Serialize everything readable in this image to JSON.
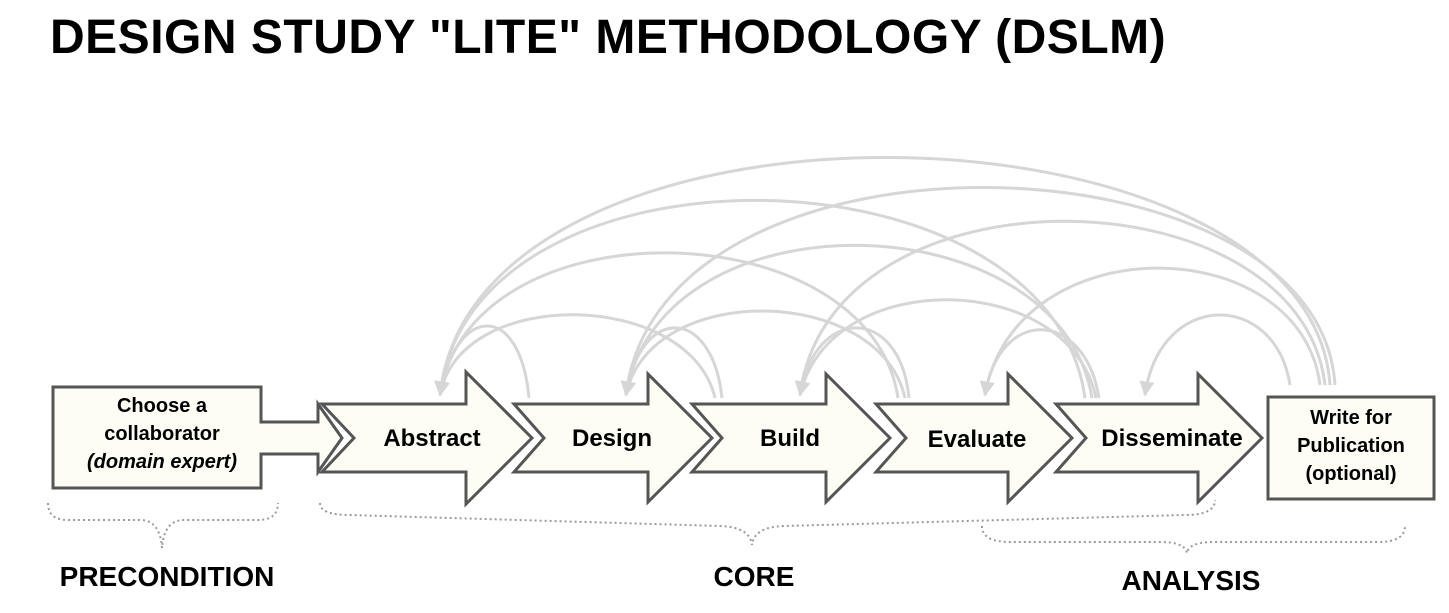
{
  "title": "DESIGN STUDY \"LITE\" METHODOLOGY (DSLM)",
  "precondition": {
    "line1": "Choose a",
    "line2": "collaborator",
    "line3": "(domain expert)"
  },
  "stages": [
    {
      "label": "Abstract"
    },
    {
      "label": "Design"
    },
    {
      "label": "Build"
    },
    {
      "label": "Evaluate"
    },
    {
      "label": "Disseminate"
    }
  ],
  "publication": {
    "line1": "Write for",
    "line2": "Publication",
    "line3": "(optional)"
  },
  "groups": {
    "precondition": "PRECONDITION",
    "core": "CORE",
    "analysis": "ANALYSIS"
  },
  "colors": {
    "box_fill": "#fdfdf5",
    "box_stroke": "#555555",
    "feedback_arc": "#d6d6d6",
    "brace": "#9a9a9a",
    "text": "#000000"
  }
}
